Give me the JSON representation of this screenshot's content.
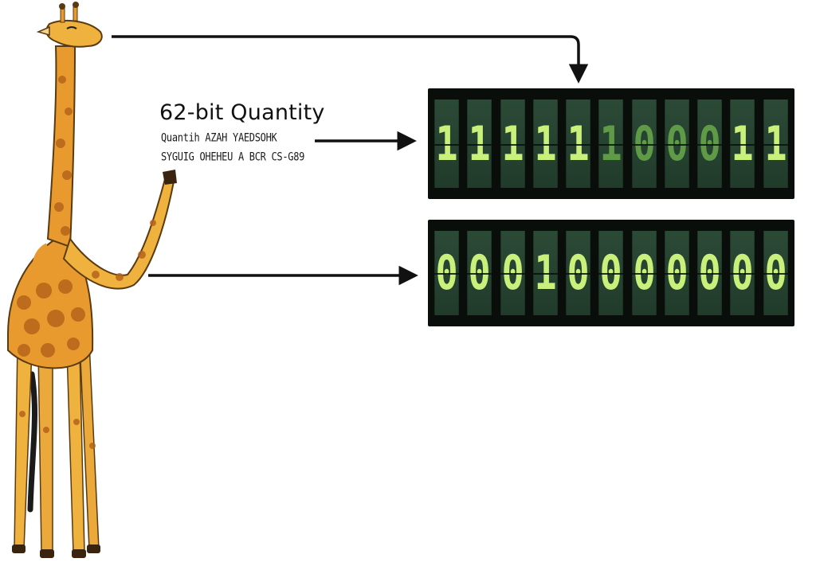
{
  "label": {
    "title": "62-bit  Quantity",
    "line1": "Quantih AZAH YAEDSOHK",
    "line2": "SYGUIG OHEHEU  A BCR CS-G89"
  },
  "displays": {
    "top": {
      "digits": [
        "1",
        "1",
        "1",
        "1",
        "1",
        "1",
        "0",
        "0",
        "0",
        "1",
        "1"
      ],
      "dim": [
        false,
        false,
        false,
        false,
        false,
        true,
        true,
        true,
        true,
        false,
        false
      ]
    },
    "bottom": {
      "digits": [
        "0",
        "0",
        "0",
        "1",
        "0",
        "0",
        "0",
        "0",
        "0",
        "0",
        "0"
      ]
    }
  },
  "colors": {
    "digit": "#c8f07a",
    "digit_dim": "#5f9b46",
    "panel": "#0a0e0b",
    "cell": "#2b4a36"
  },
  "icons": [
    "giraffe-illustration",
    "arrow-right-icon",
    "arrow-down-icon"
  ]
}
